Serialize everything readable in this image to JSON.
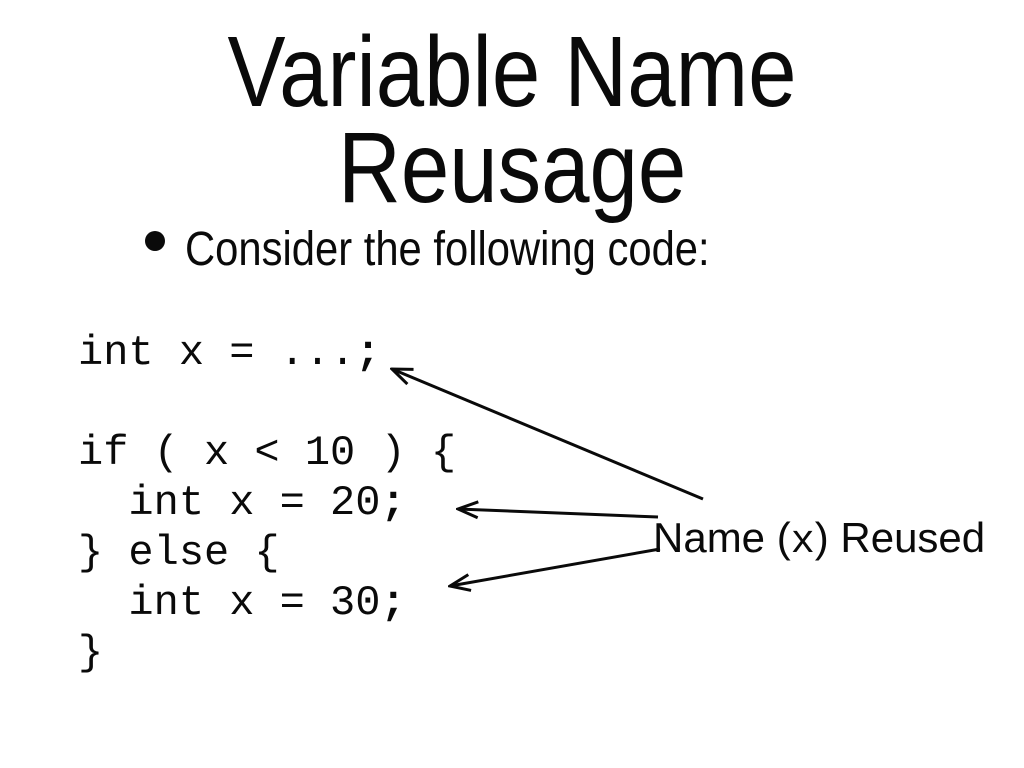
{
  "colors": {
    "background": "#ffffff",
    "foreground": "#0a0a0a"
  },
  "title": {
    "line1": "Variable Name",
    "line2": "Reusage"
  },
  "bullet": {
    "text": "Consider the following code:"
  },
  "code": {
    "lines": [
      {
        "text": "int x = ...",
        "semicolon": ";"
      },
      {
        "text": "",
        "semicolon": ""
      },
      {
        "text": "if ( x < 10 ) {",
        "semicolon": ""
      },
      {
        "text": "  int x = 20",
        "semicolon": ";"
      },
      {
        "text": "} else {",
        "semicolon": ""
      },
      {
        "text": "  int x = 30",
        "semicolon": ";"
      },
      {
        "text": "}",
        "semicolon": ""
      }
    ]
  },
  "annotation": {
    "before": "Name (",
    "variable": "x",
    "after": ") Reused"
  }
}
